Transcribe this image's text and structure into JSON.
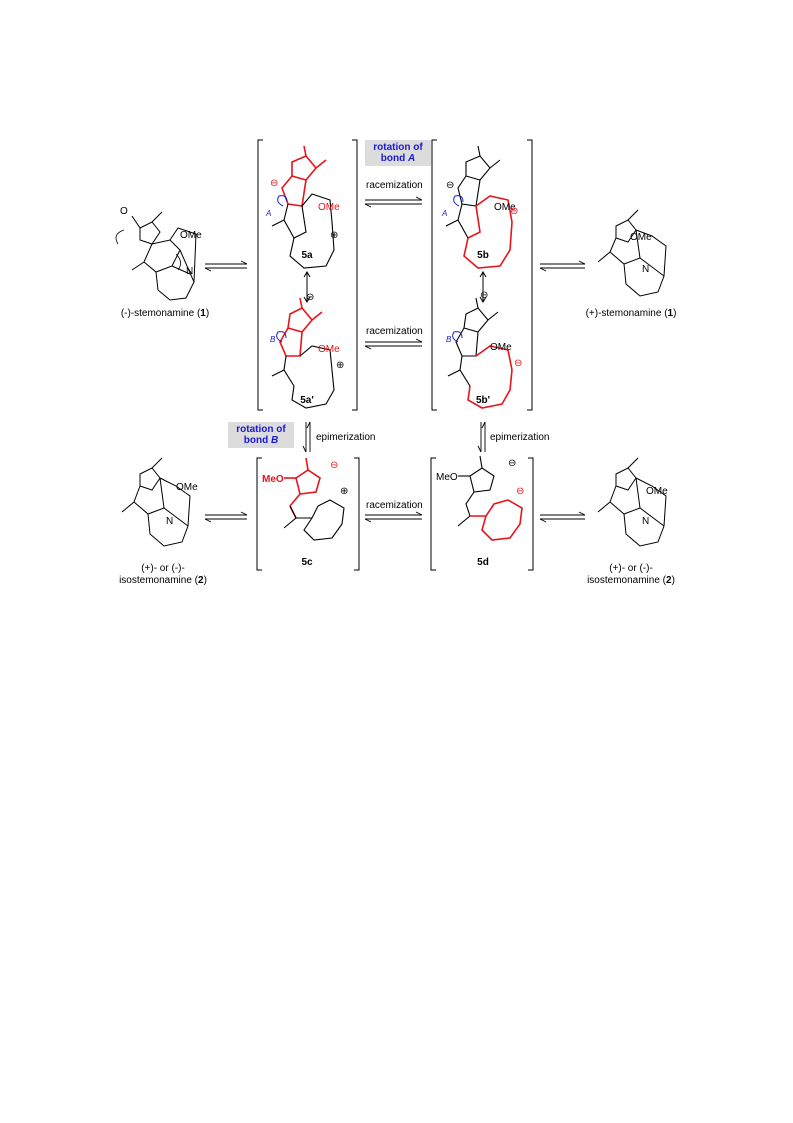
{
  "compounds": {
    "stemonamine_minus": {
      "prefix": "(-)-stemonamine (",
      "num": "1",
      "suffix": ")"
    },
    "stemonamine_plus": {
      "prefix": "(+)-stemonamine (",
      "num": "1",
      "suffix": ")"
    },
    "isostemonamine_left": {
      "line1": "(+)- or (-)-",
      "line2_prefix": "isostemonamine (",
      "num": "2",
      "suffix": ")"
    },
    "isostemonamine_right": {
      "line1": "(+)- or (-)-",
      "line2_prefix": "isostemonamine (",
      "num": "2",
      "suffix": ")"
    }
  },
  "intermediates": {
    "a": "5a",
    "b": "5b",
    "a_prime": "5a'",
    "b_prime": "5b'",
    "c": "5c",
    "d": "5d"
  },
  "highlights": {
    "rotation_a": {
      "line1": "rotation of",
      "line2_prefix": "bond ",
      "bond": "A"
    },
    "rotation_b": {
      "line1": "rotation of",
      "line2_prefix": "bond ",
      "bond": "B"
    }
  },
  "processes": {
    "racemization_top": "racemization",
    "racemization_mid": "racemization",
    "racemization_bottom": "racemization",
    "epimerization_left": "epimerization",
    "epimerization_right": "epimerization"
  },
  "atoms": {
    "ome": "OMe",
    "meo": "MeO",
    "o": "O",
    "n": "N",
    "bond_a": "A",
    "bond_b": "B",
    "minus": "⊖",
    "plus": "⊕"
  },
  "colors": {
    "highlight_red": "#e8141b",
    "arrow_blue": "#1a1ad6",
    "box_gray": "#dcdcdc"
  }
}
